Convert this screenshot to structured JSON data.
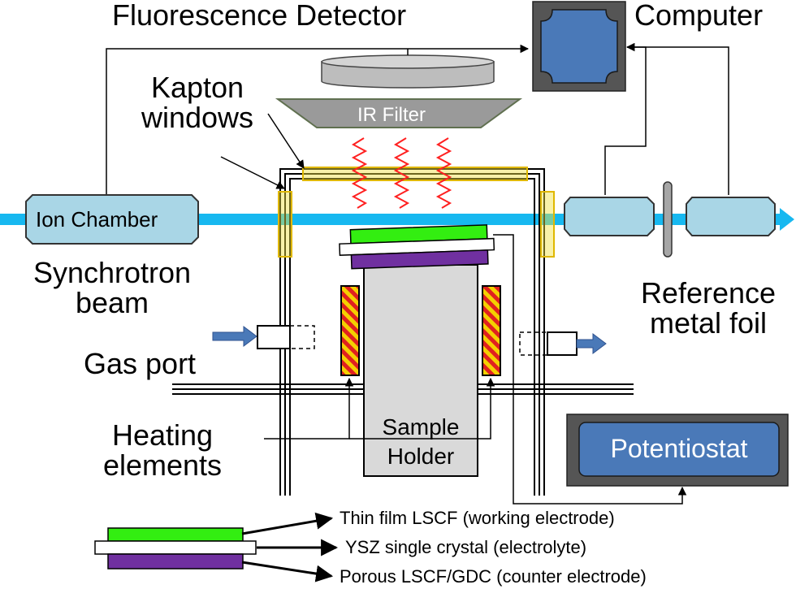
{
  "labels": {
    "fluorescence_detector": "Fluorescence Detector",
    "computer": "Computer",
    "kapton_line1": "Kapton",
    "kapton_line2": "windows",
    "ir_filter": "IR Filter",
    "ion_chamber": "Ion Chamber",
    "synchrotron_line1": "Synchrotron",
    "synchrotron_line2": "beam",
    "gas_port": "Gas port",
    "reference_line1": "Reference",
    "reference_line2": "metal foil",
    "heating_line1": "Heating",
    "heating_line2": "elements",
    "sample_line1": "Sample",
    "sample_line2": "Holder",
    "potentiostat": "Potentiostat"
  },
  "legend": [
    {
      "text": "Thin film LSCF (working electrode)",
      "color": "#33ee11"
    },
    {
      "text": "YSZ single crystal (electrolyte)",
      "color": "#ffffff"
    },
    {
      "text": "Porous LSCF/GDC (counter electrode)",
      "color": "#7030a0"
    }
  ],
  "colors": {
    "beam": "#17b8f0",
    "chamber_fill": "#a9d6e6",
    "blue_box": "#4a79b8",
    "kapton": "#f0e040",
    "heater_red": "#e02020",
    "heater_yellow": "#f5d000",
    "ir_wave": "#ff2020"
  }
}
